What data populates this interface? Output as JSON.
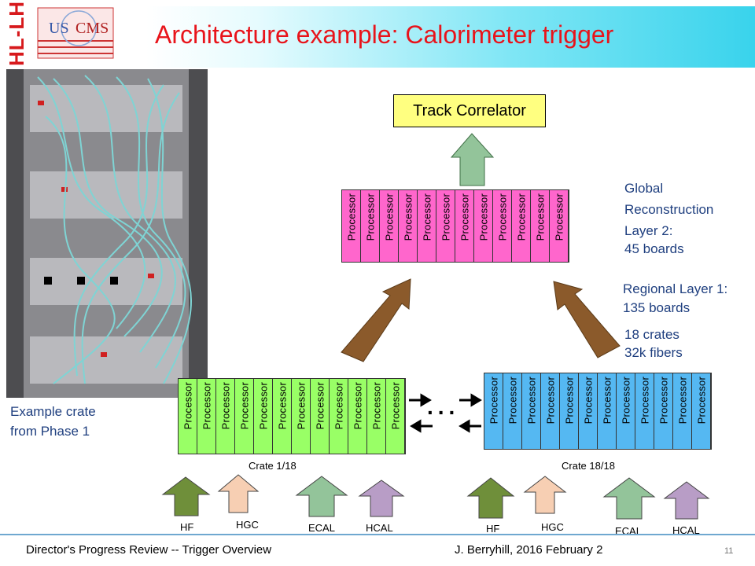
{
  "title": "Architecture example:  Calorimeter trigger",
  "logos": {
    "hl_lhc": "HL-LHC",
    "us_cms": "US CMS"
  },
  "top_box": "Track Correlator",
  "board_label": "Processor",
  "layer2": {
    "boards": 12,
    "color": "#ff66cc"
  },
  "crate_left": {
    "boards": 12,
    "color": "#99ff66",
    "caption": "Crate 1/18"
  },
  "crate_right": {
    "boards": 12,
    "color": "#55b8f2",
    "caption": "Crate 18/18"
  },
  "annotations": {
    "global_1": "Global",
    "global_2": "Reconstruction",
    "global_3": "Layer 2:",
    "global_4": "45 boards",
    "regional_1": "Regional Layer 1:",
    "regional_2": "135 boards",
    "crates_1": "18 crates",
    "crates_2": "32k fibers",
    "photo_1": "Example crate",
    "photo_2": "from Phase 1",
    "dots": "..."
  },
  "inputs": [
    {
      "label": "HF",
      "color": "#6f8f3a"
    },
    {
      "label": "HGC",
      "color": "#f7cfb3"
    },
    {
      "label": "ECAL",
      "color": "#93c49a"
    },
    {
      "label": "HCAL",
      "color": "#b89dc6"
    }
  ],
  "colors": {
    "up_arrow": "#93c49a",
    "brown_arrow": "#8b5a2b",
    "title": "#e8141b",
    "annotation": "#1f3f7f"
  },
  "footer": {
    "left": "Director's Progress Review -- Trigger Overview",
    "center": "J. Berryhill, 2016 February 2",
    "page": "11"
  }
}
